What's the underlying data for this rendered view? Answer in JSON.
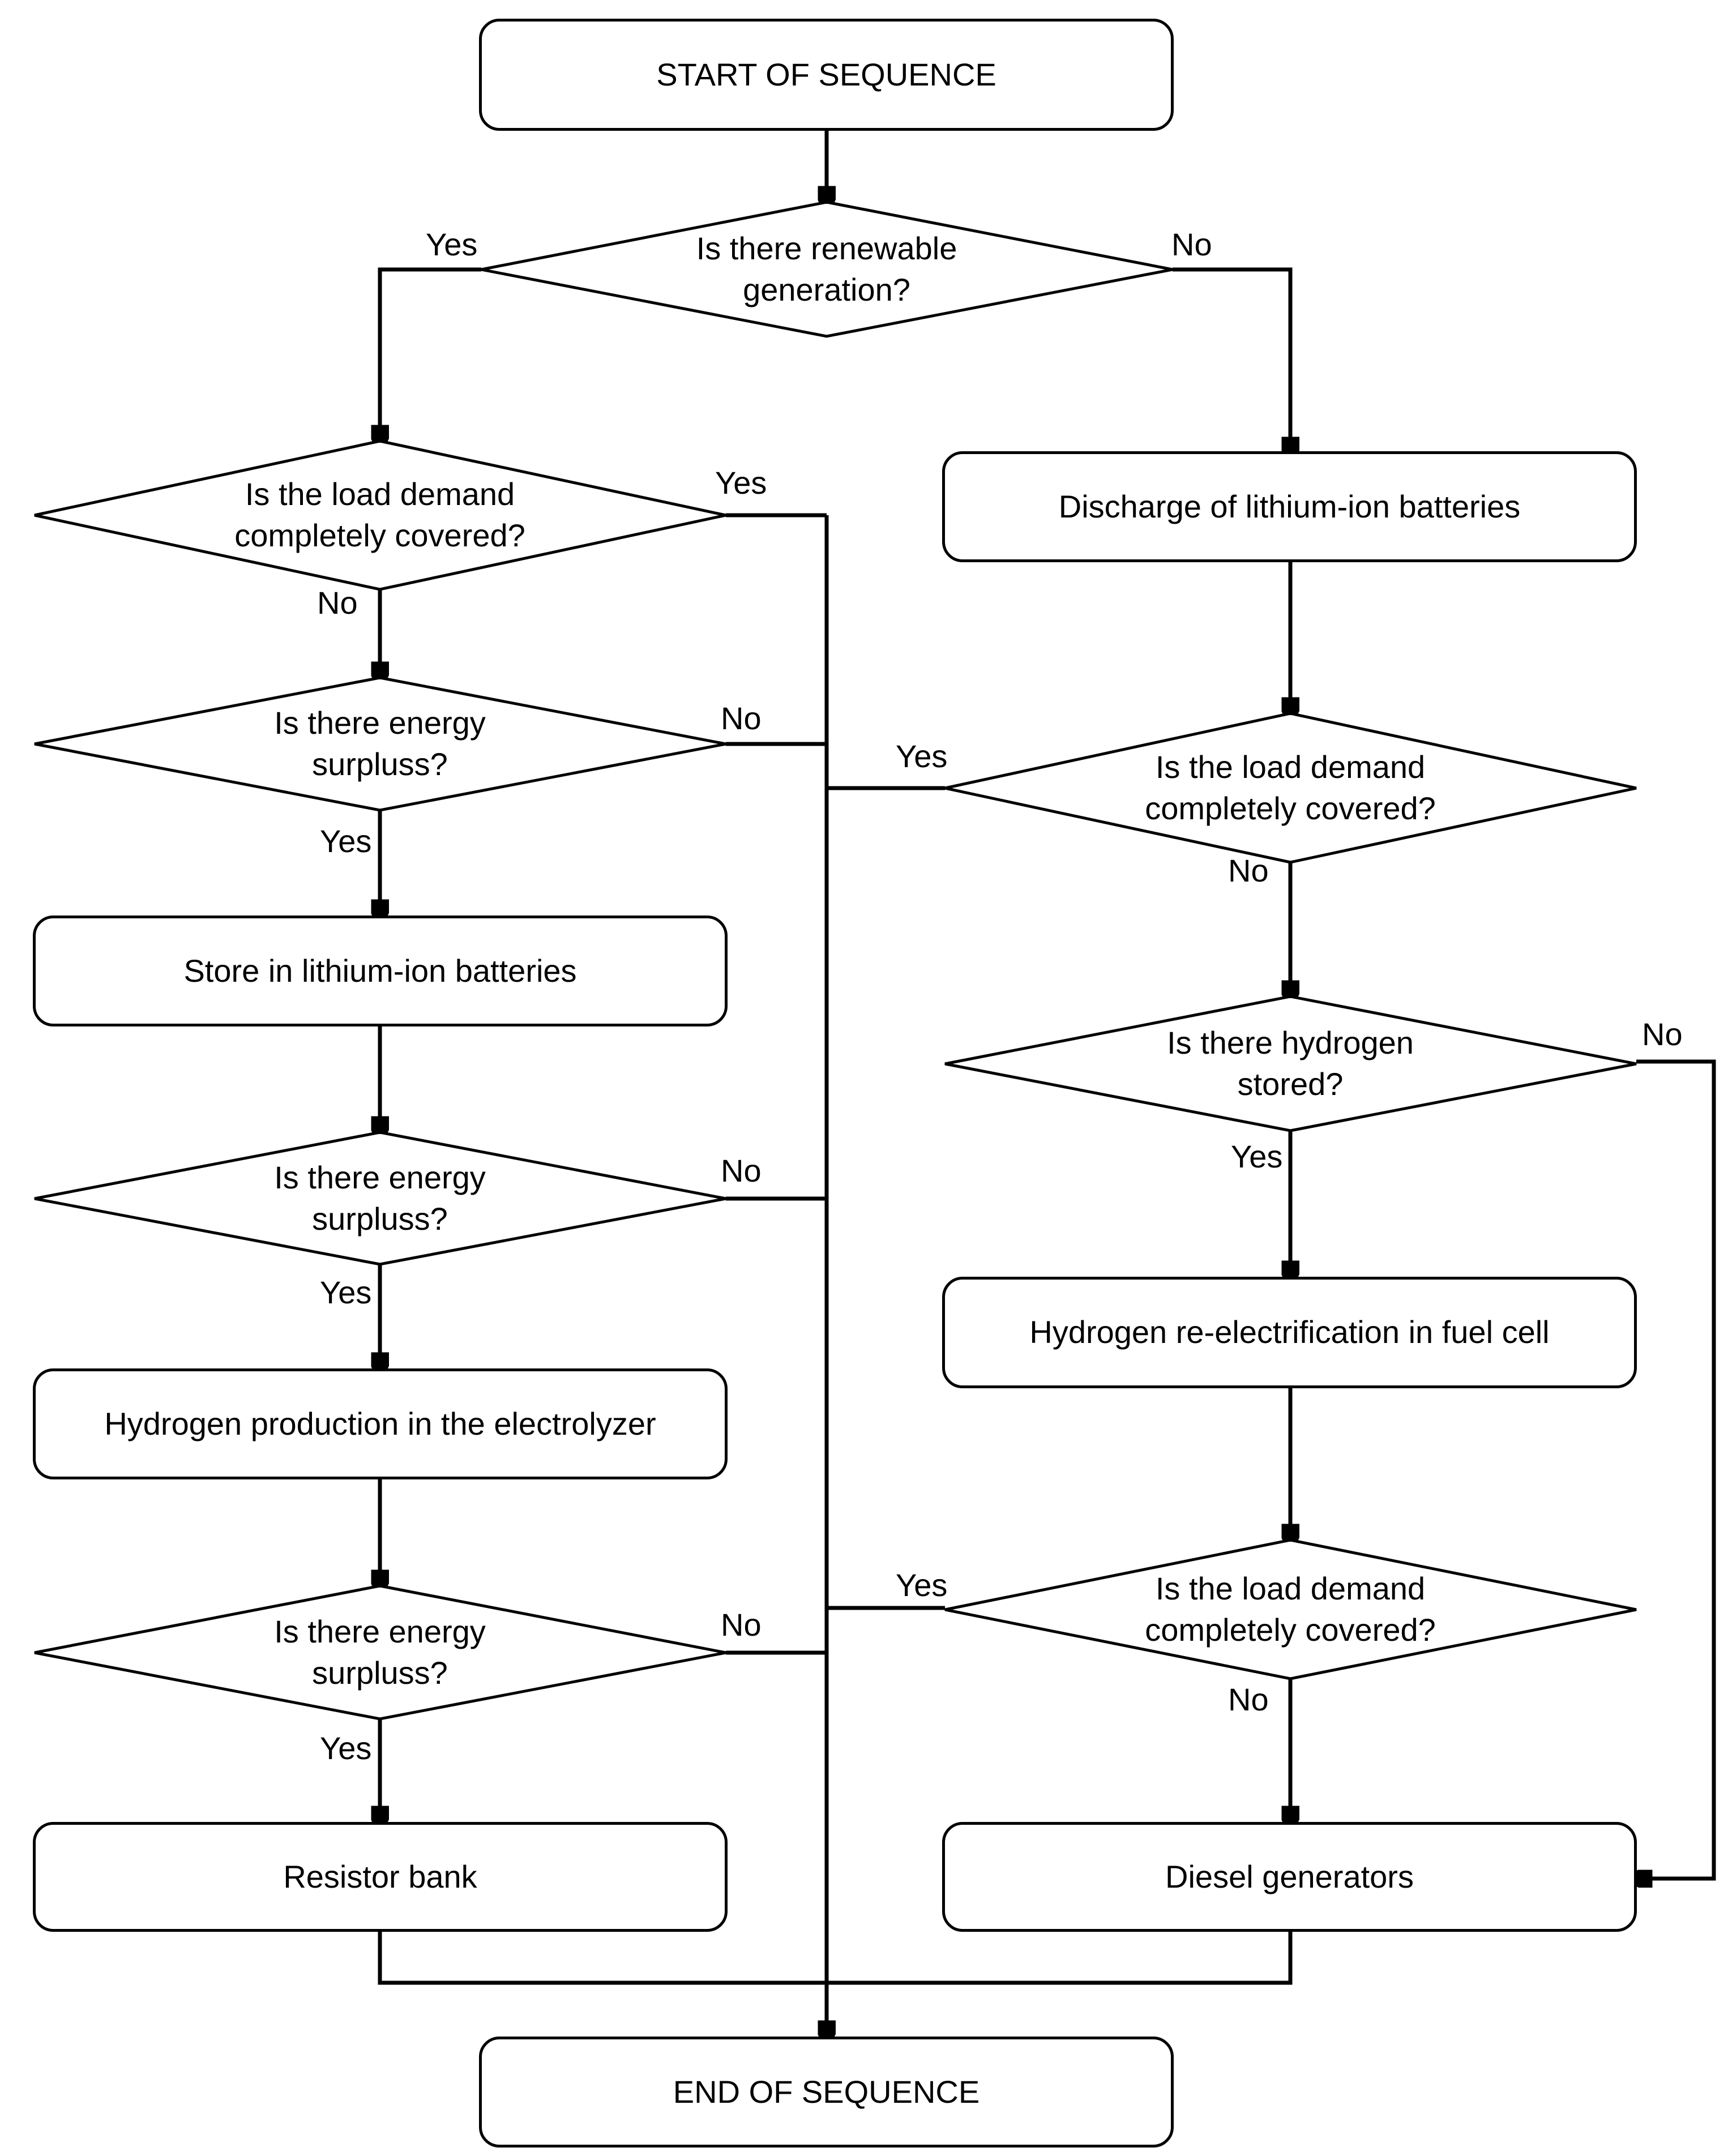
{
  "nodes": {
    "start": "START OF SEQUENCE",
    "d_renewable": "Is there renewable\ngeneration?",
    "d_load_left": "Is the load demand\ncompletely covered?",
    "d_surplus_1": "Is there energy\nsurpluss?",
    "store_batteries": "Store in lithium-ion batteries",
    "d_surplus_2": "Is there energy\nsurpluss?",
    "h2_production": "Hydrogen production in the electrolyzer",
    "d_surplus_3": "Is there energy\nsurpluss?",
    "resistor_bank": "Resistor bank",
    "discharge_batteries": "Discharge of lithium-ion batteries",
    "d_load_right_1": "Is the load demand\ncompletely covered?",
    "d_hydrogen_stored": "Is there hydrogen\nstored?",
    "h2_reelectrification": "Hydrogen re-electrification in fuel cell",
    "d_load_right_2": "Is the load demand\ncompletely covered?",
    "diesel": "Diesel generators",
    "end": "END OF SEQUENCE"
  },
  "labels": {
    "renewable_yes": "Yes",
    "renewable_no": "No",
    "load_left_yes": "Yes",
    "load_left_no": "No",
    "surplus_1_no": "No",
    "surplus_1_yes": "Yes",
    "surplus_2_no": "No",
    "surplus_2_yes": "Yes",
    "surplus_3_no": "No",
    "surplus_3_yes": "Yes",
    "load_right_1_yes": "Yes",
    "load_right_1_no": "No",
    "hydrogen_no": "No",
    "hydrogen_yes": "Yes",
    "load_right_2_yes": "Yes",
    "load_right_2_no": "No"
  }
}
